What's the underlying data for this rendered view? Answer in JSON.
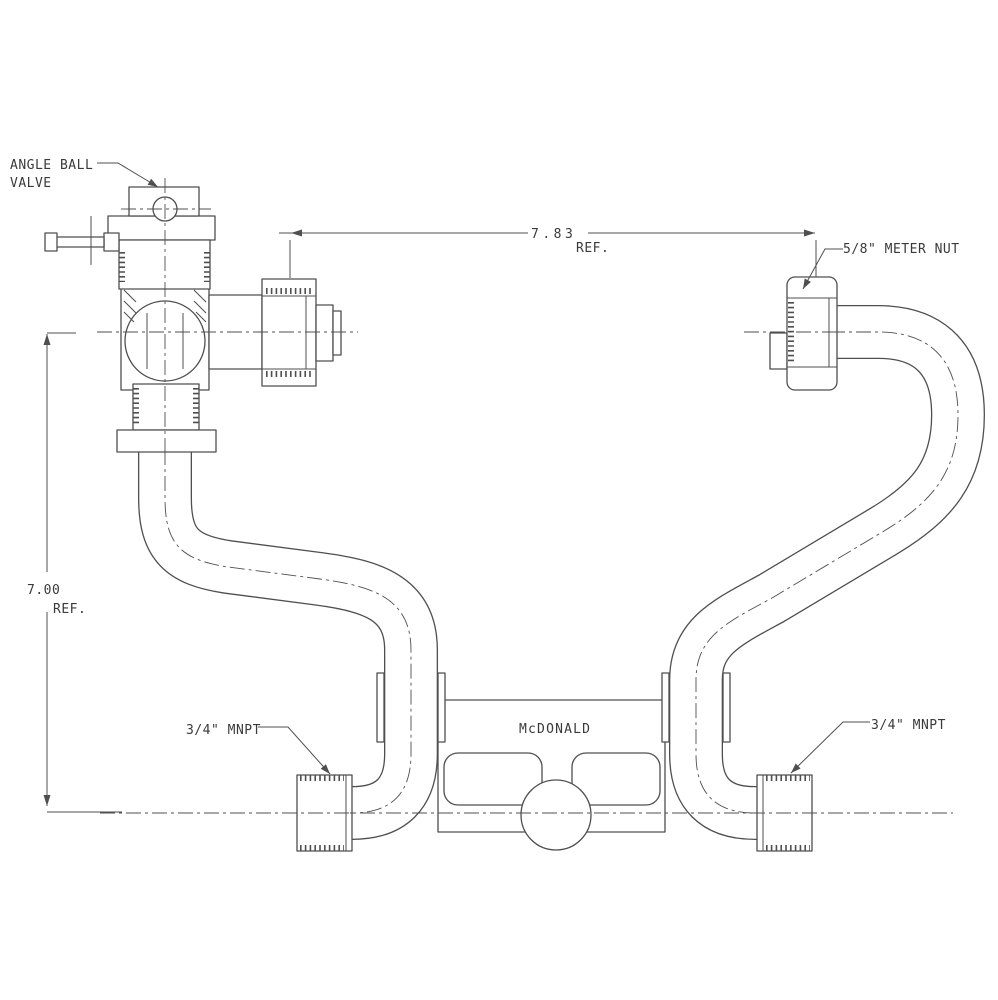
{
  "drawing": {
    "annotations": {
      "valve_label_line1": "ANGLE BALL",
      "valve_label_line2": "VALVE",
      "meter_nut_label": "5/8\" METER NUT",
      "left_port_label": "3/4\" MNPT",
      "right_port_label": "3/4\" MNPT",
      "brand_label": "McDONALD"
    },
    "dimensions": {
      "width_value": "7.83",
      "width_ref": "REF.",
      "height_value": "7.00",
      "height_ref": "REF."
    },
    "colors": {
      "line": "#4f4f4f",
      "text": "#3a3a3a",
      "background": "#ffffff"
    }
  }
}
